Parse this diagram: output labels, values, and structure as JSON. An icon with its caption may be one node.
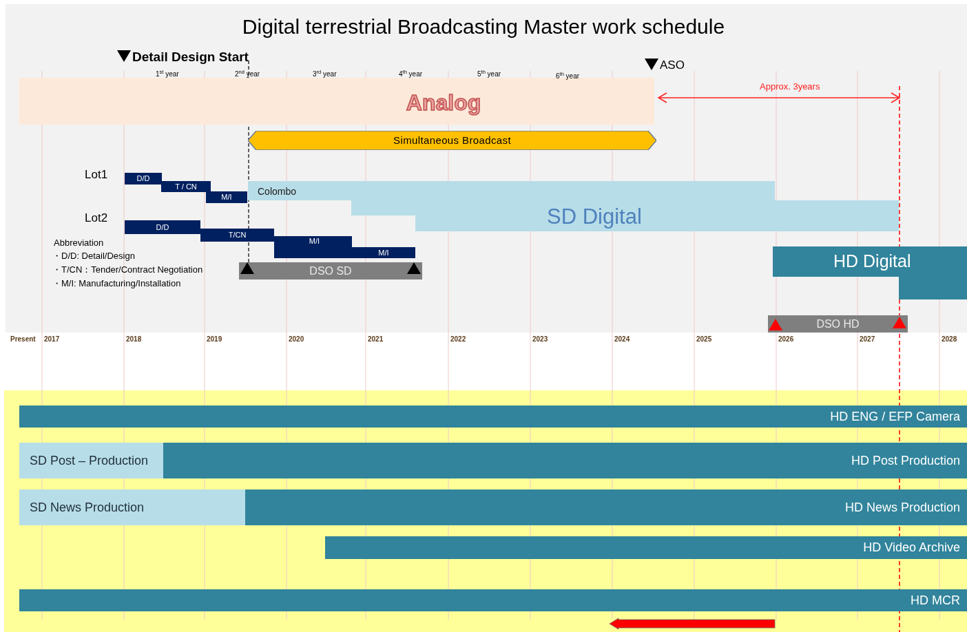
{
  "diagram": {
    "title": "Digital terrestrial Broadcasting Master work schedule",
    "nodes": [
      {
        "text": [
          "Analog"
        ]
      },
      {
        "text": [
          "Simultaneous Broadcast"
        ]
      },
      {
        "text": [
          "D/D"
        ]
      },
      {
        "text": [
          "T / CN"
        ]
      },
      {
        "text": [
          "M/I"
        ]
      },
      {
        "text": [
          "Colombo",
          "SD Digital"
        ]
      },
      {
        "text": [
          "D/D"
        ]
      },
      {
        "text": [
          "T/CN"
        ]
      },
      {
        "text": [
          "M/I"
        ]
      },
      {
        "text": [
          "M/I"
        ]
      },
      {
        "text": [
          "DSO SD"
        ]
      },
      {
        "text": [
          "HD Digital"
        ]
      },
      {
        "text": [
          "DSO HD"
        ]
      },
      {
        "text": [
          "HD ENG / EFP Camera"
        ]
      },
      {
        "text": [
          "SD Post – Production"
        ]
      },
      {
        "text": [
          "HD Post Production"
        ]
      },
      {
        "text": [
          "SD News Production"
        ]
      },
      {
        "text": [
          "HD News Production"
        ]
      },
      {
        "text": [
          "HD Video Archive"
        ]
      },
      {
        "text": [
          "HD MCR"
        ]
      }
    ],
    "labels": [
      "Detail Design Start",
      "ASO",
      "1$^{st}$ year",
      "2$^{nd}$ year",
      "3$^{rd}$ year",
      "4$^{th}$ year",
      "5$^{th}$ year",
      "6$^{th}$ year",
      "Approx. 3years",
      "Lot1",
      "Lot2",
      "Abbreviation",
      "・D/D: Detail/Design",
      "・T/CN：Tender/Contract Negotiation",
      "・M/I: Manufacturing/Installation",
      "Present",
      "2017",
      "2018",
      "2019",
      "2020",
      "2021",
      "2022",
      "2023",
      "2024",
      "2025",
      "2026",
      "2027",
      "2028"
    ]
  }
}
